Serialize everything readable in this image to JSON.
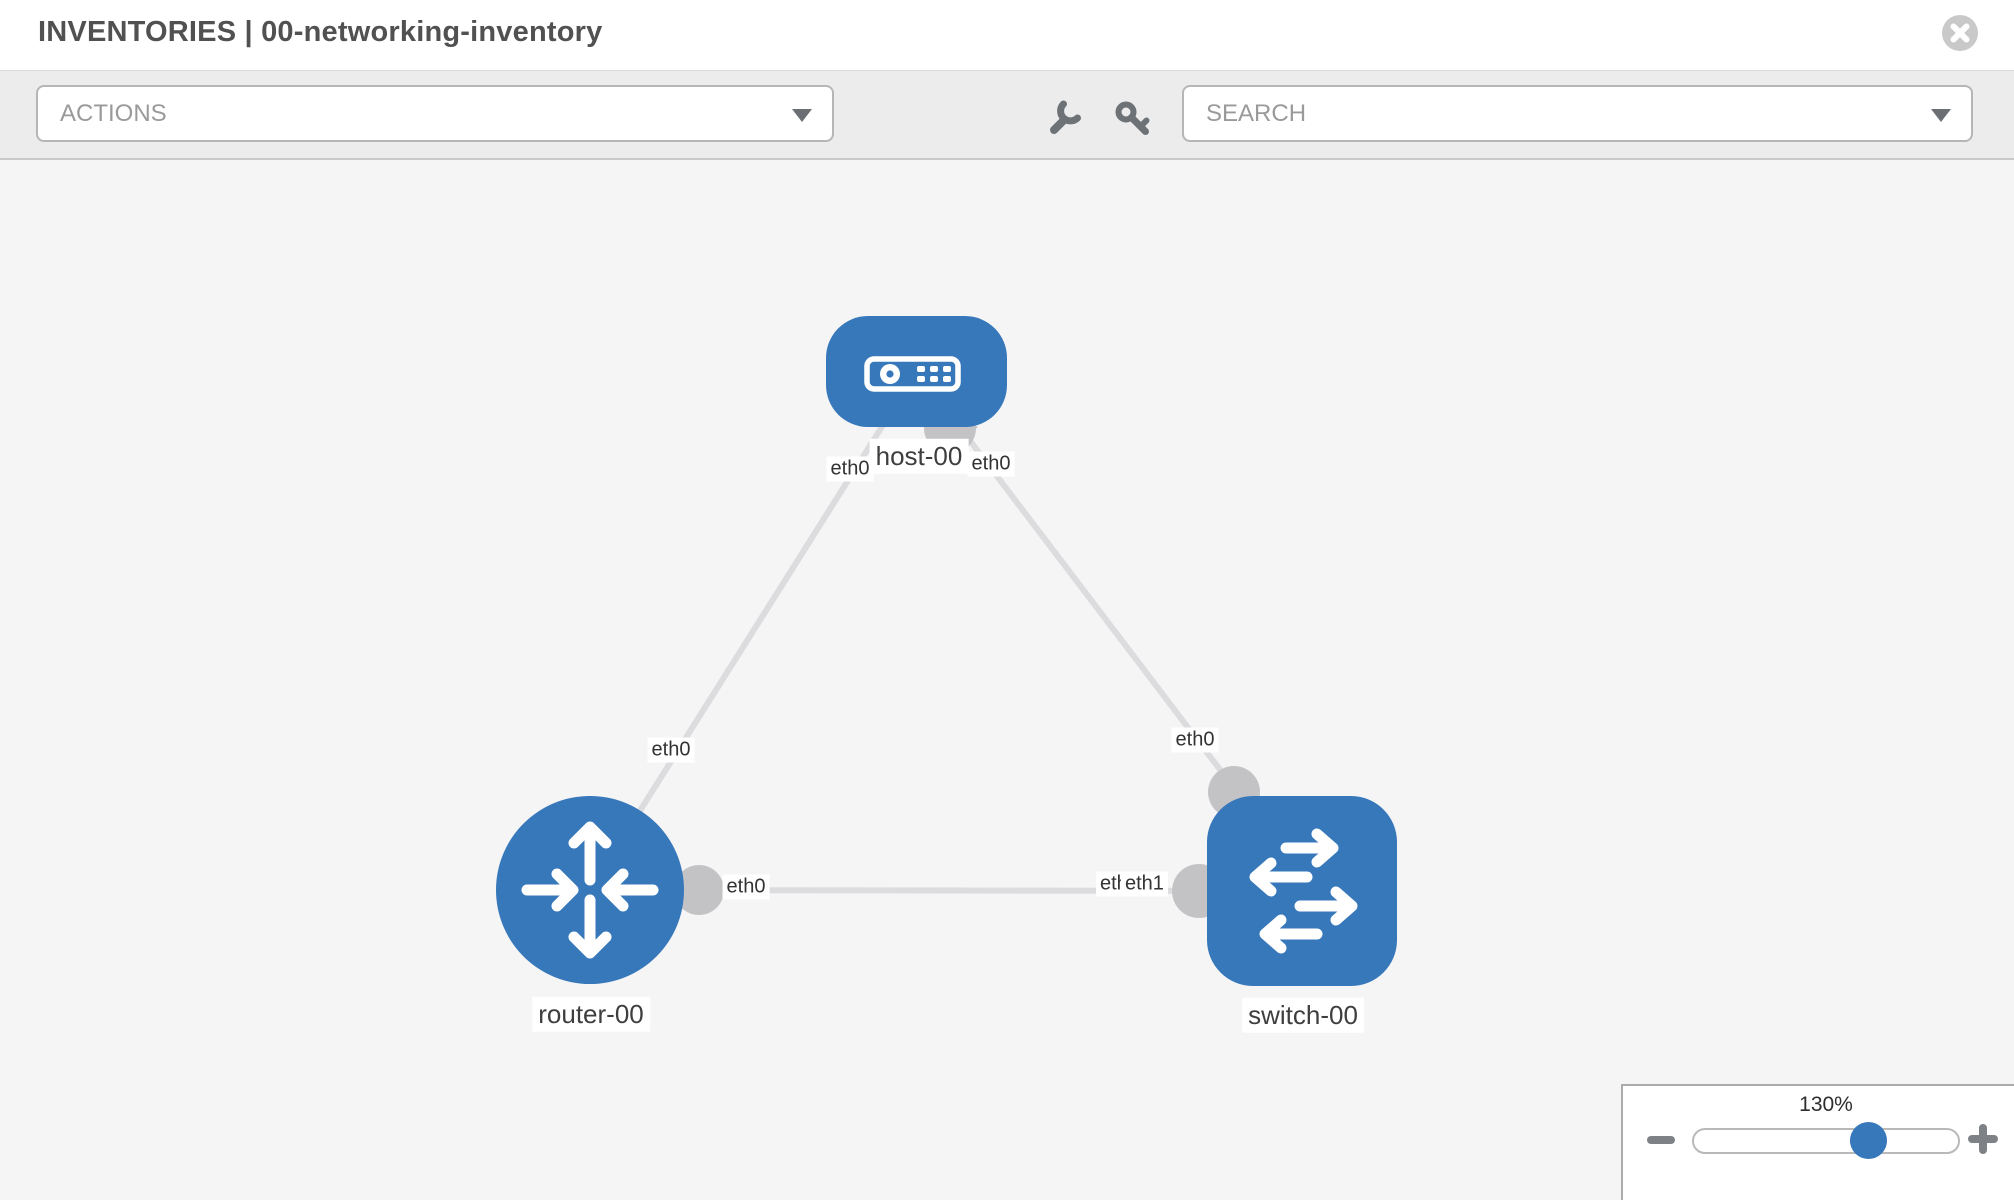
{
  "header": {
    "title": "INVENTORIES | 00-networking-inventory"
  },
  "toolbar": {
    "actions_label": "ACTIONS",
    "search_label": "SEARCH"
  },
  "icons": {
    "close": "circle-x-icon",
    "wrench": "wrench-icon",
    "key": "key-icon",
    "caret": "chevron-down-icon",
    "zoom_out": "minus-icon",
    "zoom_in": "plus-icon",
    "host": "host-device-icon",
    "router": "router-arrows-icon",
    "switch": "switch-arrows-icon"
  },
  "topology": {
    "nodes": [
      {
        "label": "host-00",
        "type": "host"
      },
      {
        "label": "router-00",
        "type": "router"
      },
      {
        "label": "switch-00",
        "type": "switch"
      }
    ],
    "links": [
      {
        "from": "host-00",
        "to": "router-00",
        "from_if": "eth0",
        "to_if": "eth0"
      },
      {
        "from": "host-00",
        "to": "switch-00",
        "from_if": "eth0",
        "to_if": "eth0"
      },
      {
        "from": "router-00",
        "to": "switch-00",
        "from_if": "eth0",
        "to_if": "eth1",
        "to_if_overlapped_label": "eth0"
      }
    ]
  },
  "zoom_control": {
    "percent": "130%",
    "slider_fraction": 0.65
  },
  "colors": {
    "node_blue": "#3778ba",
    "link_gray": "#dcdcde",
    "endpoint_gray": "#c3c3c5",
    "canvas_bg": "#f5f5f6",
    "toolbar_bg": "#ececec"
  }
}
